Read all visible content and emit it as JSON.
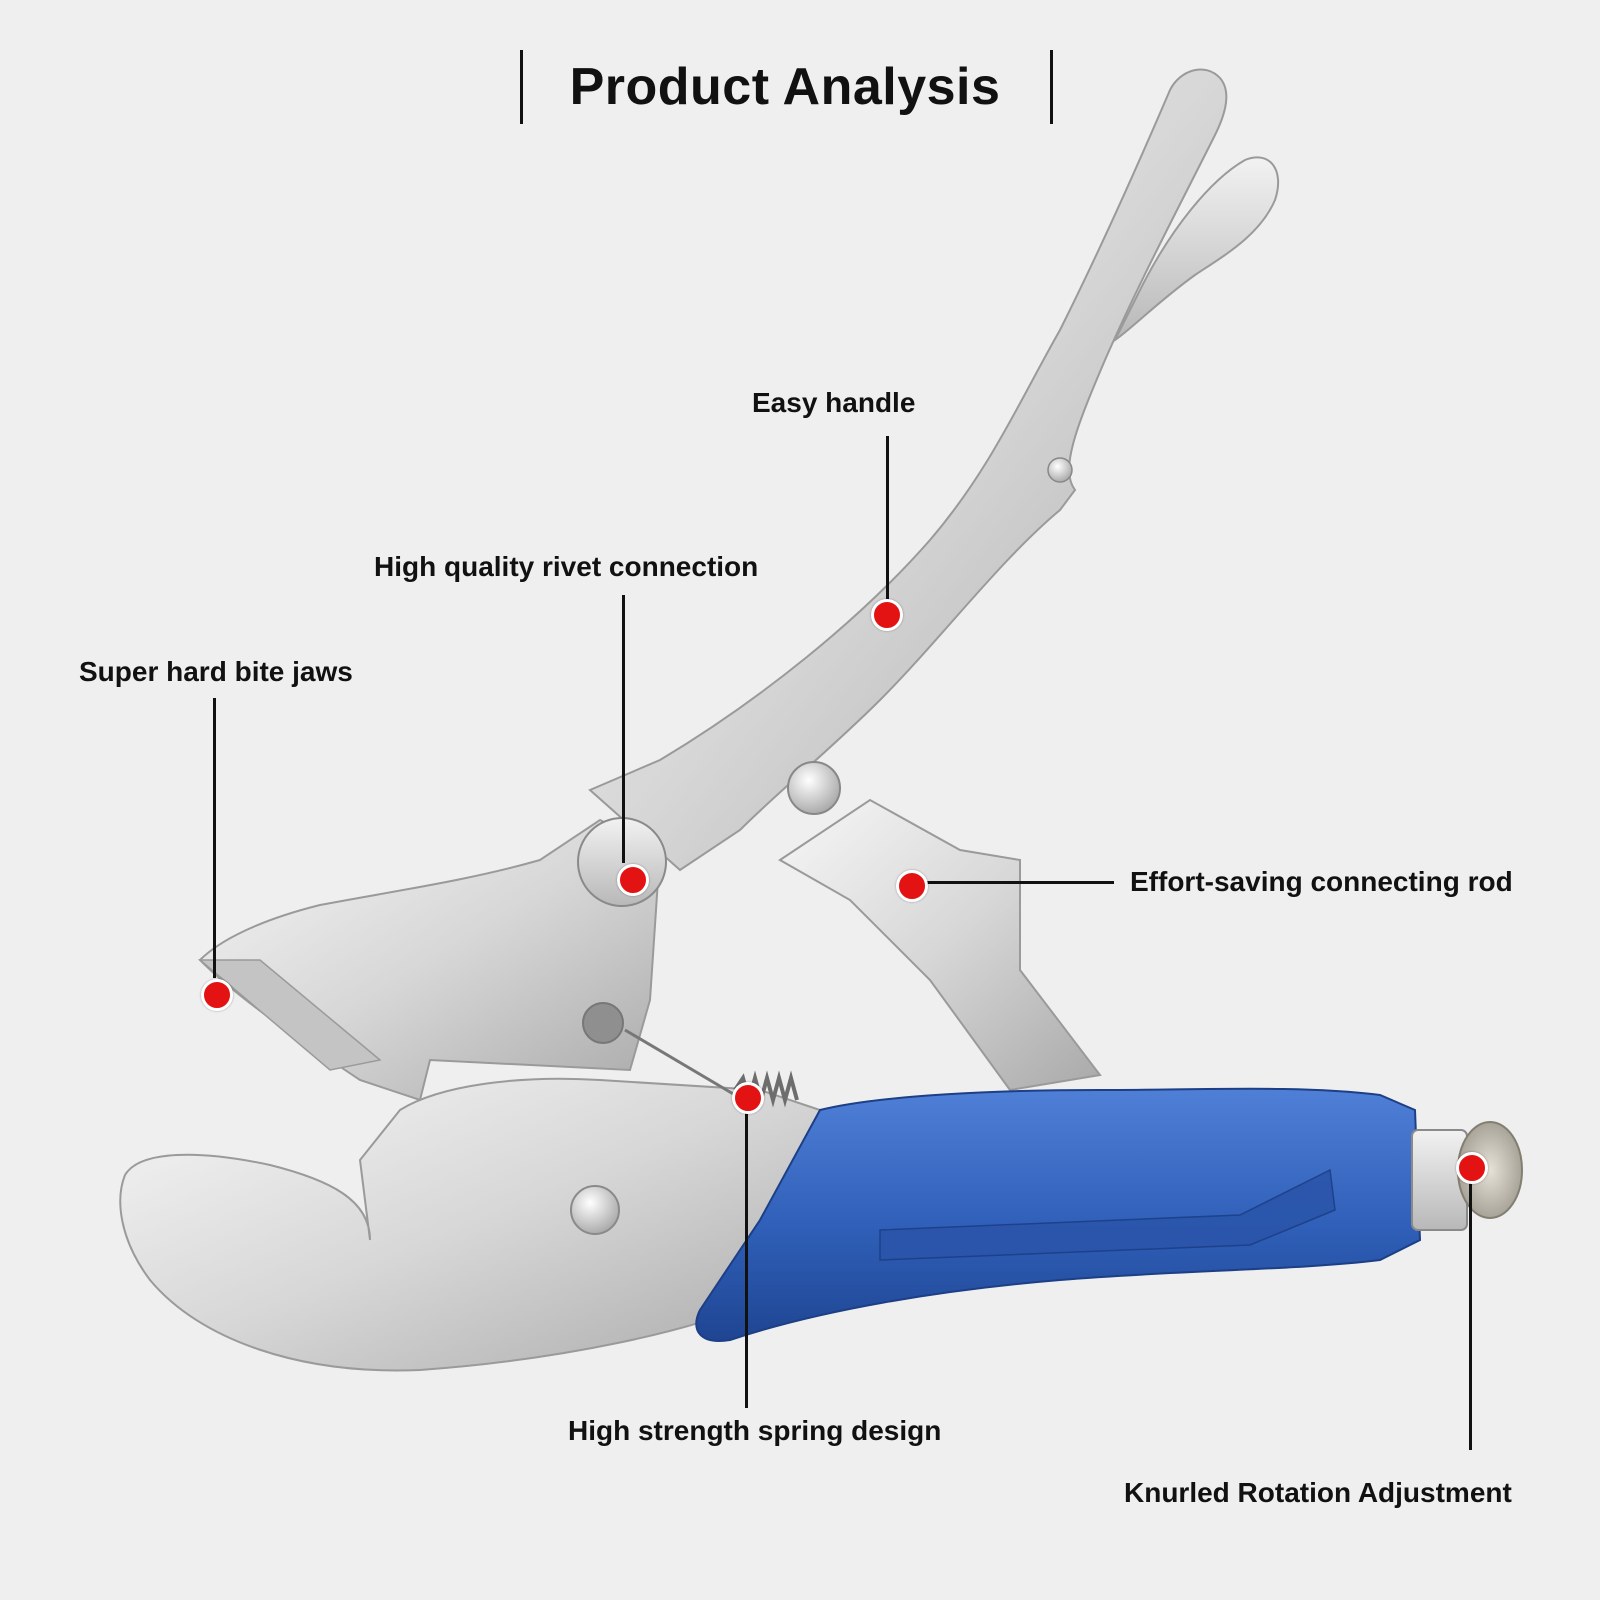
{
  "title": "Product Analysis",
  "colors": {
    "background": "#efefef",
    "accent_dot": "#e41313",
    "handle_blue": "#2f5fb8",
    "steel": "#d9d9d9"
  },
  "callouts": {
    "easy_handle": "Easy handle",
    "rivet": "High quality rivet connection",
    "jaws": "Super hard bite jaws",
    "connecting_rod": "Effort-saving connecting rod",
    "spring": "High strength spring design",
    "knurled": "Knurled Rotation Adjustment"
  }
}
